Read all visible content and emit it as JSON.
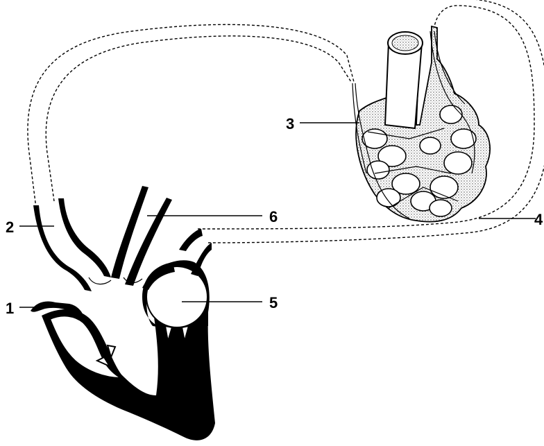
{
  "labels": {
    "l1": "1",
    "l2": "2",
    "l3": "3",
    "l4": "4",
    "l5": "5",
    "l6": "6"
  },
  "colors": {
    "ink": "#000000",
    "background": "#ffffff",
    "stipple": "#555555"
  }
}
